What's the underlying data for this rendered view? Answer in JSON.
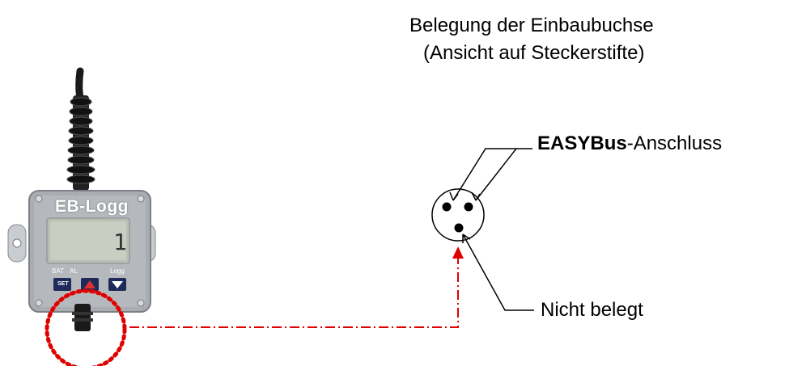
{
  "title": {
    "line1": "Belegung der Einbaubuchse",
    "line2": "(Ansicht auf Steckerstifte)"
  },
  "labels": {
    "easybus_bold": "EASYBus",
    "easybus_rest": "-Anschluss",
    "not_assigned": "Nicht belegt"
  },
  "device": {
    "name": "EB-Logg",
    "display_digit": "1",
    "indicator_bat": "BAT",
    "indicator_al": "AL",
    "indicator_logg": "Logg",
    "button_set": "SET"
  },
  "colors": {
    "highlight_red": "#e00000",
    "device_body": "#a9adb2",
    "cable": "#1a1a1a"
  }
}
